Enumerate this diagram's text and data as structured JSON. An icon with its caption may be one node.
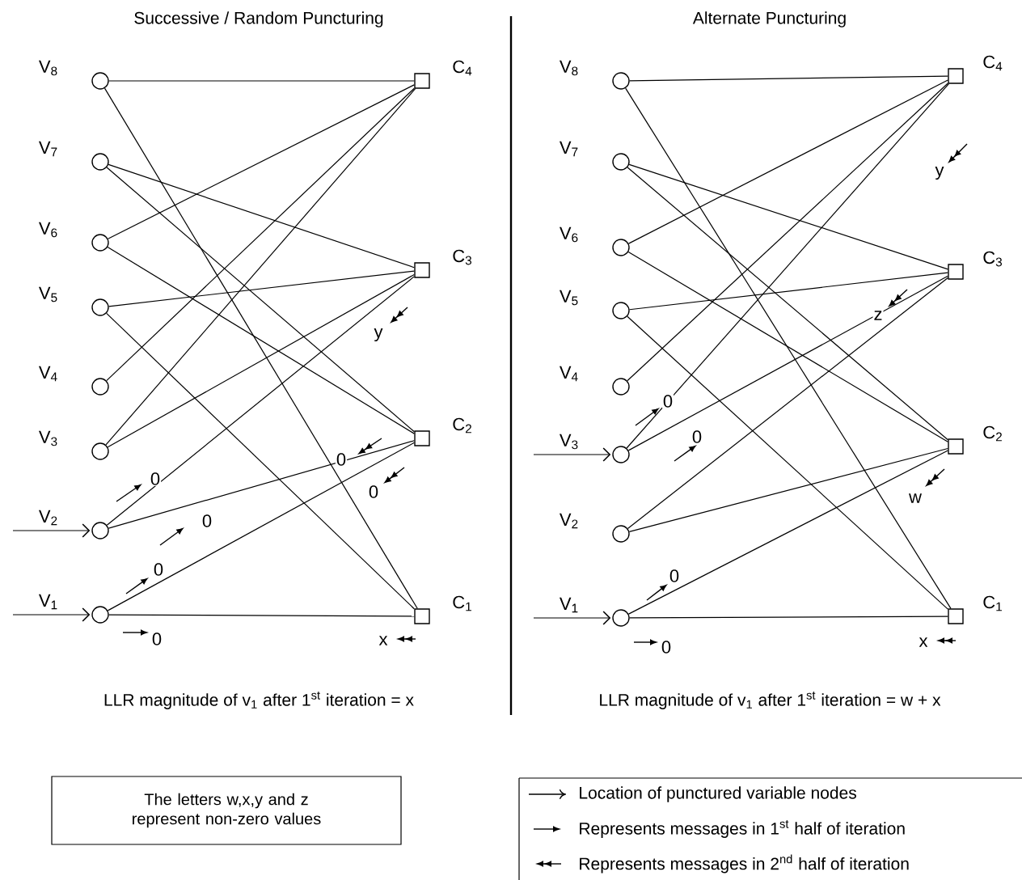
{
  "diagram": {
    "nodes": [
      {
        "text": [],
        "shape": "circle",
        "beside": [
          "V$_{8}$"
        ]
      },
      {
        "text": [],
        "shape": "circle",
        "beside": [
          "V$_{7}$"
        ]
      },
      {
        "text": [],
        "shape": "circle",
        "beside": [
          "V$_{6}$"
        ]
      },
      {
        "text": [],
        "shape": "circle",
        "beside": [
          "V$_{5}$"
        ]
      },
      {
        "text": [],
        "shape": "circle",
        "beside": [
          "V$_{4}$"
        ]
      },
      {
        "text": [],
        "shape": "circle",
        "beside": [
          "V$_{3}$"
        ]
      },
      {
        "text": [],
        "shape": "circle",
        "beside": [
          "V$_{2}$"
        ]
      },
      {
        "text": [],
        "shape": "circle",
        "beside": [
          "V$_{1}$"
        ]
      },
      {
        "text": [],
        "shape": "box",
        "beside": [
          "C$_{4}$"
        ]
      },
      {
        "text": [],
        "shape": "box",
        "beside": [
          "C$_{3}$"
        ]
      },
      {
        "text": [],
        "shape": "box",
        "beside": [
          "C$_{2}$"
        ]
      },
      {
        "text": [],
        "shape": "box",
        "beside": [
          "C$_{1}$"
        ]
      },
      {
        "text": [],
        "shape": "circle",
        "beside": [
          "V$_{8}$"
        ]
      },
      {
        "text": [],
        "shape": "circle",
        "beside": [
          "V$_{7}$"
        ]
      },
      {
        "text": [],
        "shape": "circle",
        "beside": [
          "V$_{6}$"
        ]
      },
      {
        "text": [],
        "shape": "circle",
        "beside": [
          "V$_{5}$"
        ]
      },
      {
        "text": [],
        "shape": "circle",
        "beside": [
          "V$_{4}$"
        ]
      },
      {
        "text": [],
        "shape": "circle",
        "beside": [
          "V$_{3}$"
        ]
      },
      {
        "text": [],
        "shape": "circle",
        "beside": [
          "V$_{2}$"
        ]
      },
      {
        "text": [],
        "shape": "circle",
        "beside": [
          "V$_{1}$"
        ]
      },
      {
        "text": [],
        "shape": "box",
        "beside": [
          "C$_{4}$"
        ]
      },
      {
        "text": [],
        "shape": "box",
        "beside": [
          "C$_{3}$"
        ]
      },
      {
        "text": [],
        "shape": "box",
        "beside": [
          "C$_{2}$"
        ]
      },
      {
        "text": [],
        "shape": "box",
        "beside": [
          "C$_{1}$"
        ]
      },
      {
        "text": [
          "The letters w,x,y and z represent non-zero values"
        ]
      }
    ],
    "edges": [
      {
        "from": 0,
        "to": 8,
        "arrow": "none"
      },
      {
        "from": 0,
        "to": 11,
        "arrow": "none"
      },
      {
        "from": 1,
        "to": 9,
        "arrow": "none"
      },
      {
        "from": 1,
        "to": 10,
        "arrow": "none"
      },
      {
        "from": 2,
        "to": 8,
        "arrow": "none"
      },
      {
        "from": 2,
        "to": 10,
        "arrow": "none"
      },
      {
        "from": 3,
        "to": 9,
        "arrow": "none"
      },
      {
        "from": 3,
        "to": 11,
        "arrow": "none"
      },
      {
        "from": 4,
        "to": 8,
        "arrow": "none"
      },
      {
        "from": 5,
        "to": 8,
        "arrow": "none"
      },
      {
        "from": 5,
        "to": 9,
        "arrow": "none"
      },
      {
        "from": 6,
        "to": 9,
        "arrow": "none"
      },
      {
        "from": 6,
        "to": 10,
        "arrow": "none"
      },
      {
        "from": 7,
        "to": 10,
        "arrow": "none"
      },
      {
        "from": 7,
        "to": 11,
        "arrow": "none"
      },
      {
        "from": null,
        "to": 6,
        "arrow": "to"
      },
      {
        "from": null,
        "to": 7,
        "arrow": "to"
      },
      {
        "from": 12,
        "to": 20,
        "arrow": "none"
      },
      {
        "from": 12,
        "to": 23,
        "arrow": "none"
      },
      {
        "from": 13,
        "to": 21,
        "arrow": "none"
      },
      {
        "from": 13,
        "to": 22,
        "arrow": "none"
      },
      {
        "from": 14,
        "to": 20,
        "arrow": "none"
      },
      {
        "from": 14,
        "to": 22,
        "arrow": "none"
      },
      {
        "from": 15,
        "to": 21,
        "arrow": "none"
      },
      {
        "from": 15,
        "to": 23,
        "arrow": "none"
      },
      {
        "from": 16,
        "to": 20,
        "arrow": "none"
      },
      {
        "from": 17,
        "to": 20,
        "arrow": "none"
      },
      {
        "from": 17,
        "to": 21,
        "arrow": "none"
      },
      {
        "from": 18,
        "to": 21,
        "arrow": "none"
      },
      {
        "from": 18,
        "to": 22,
        "arrow": "none"
      },
      {
        "from": 19,
        "to": 22,
        "arrow": "none"
      },
      {
        "from": 19,
        "to": 23,
        "arrow": "none"
      },
      {
        "from": null,
        "to": 17,
        "arrow": "to"
      },
      {
        "from": null,
        "to": 19,
        "arrow": "to"
      }
    ],
    "labels": [
      "Successive / Random Puncturing",
      "Alternate Puncturing",
      "y",
      "0",
      "0",
      "0",
      "0",
      "0",
      "0",
      "x",
      "y",
      "z",
      "0",
      "0",
      "w",
      "0",
      "0",
      "x",
      "LLR magnitude of v$_{1}$ after 1$^{st}$ iteration = x",
      "LLR magnitude of v$_{1}$ after 1$^{st}$ iteration = w + x"
    ],
    "legend": [
      {
        "text": "Location of punctured variable nodes"
      },
      {
        "text": "Represents messages in 1$^{st}$ half of iteration"
      },
      {
        "text": "Represents messages in 2$^{nd}$ half of iteration"
      }
    ]
  }
}
